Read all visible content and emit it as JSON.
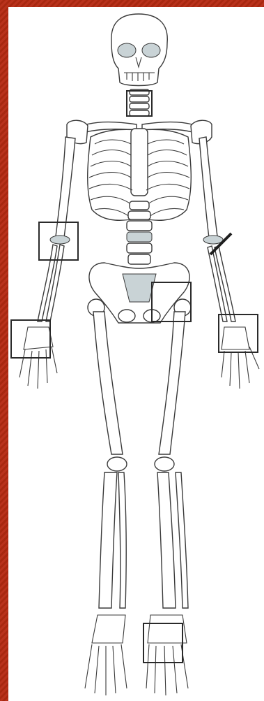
{
  "figure": {
    "subject": "human-skeleton",
    "colors": {
      "frame": "#b9321c",
      "bone_outline": "#3a3a3a",
      "highlight": "#c9d3d6",
      "box": "#2a2a2a"
    },
    "highlight_boxes": [
      "neck",
      "right-elbow",
      "right-wrist",
      "left-hip",
      "left-ankle"
    ],
    "marks": [
      "left-forearm-fracture-mark"
    ]
  }
}
